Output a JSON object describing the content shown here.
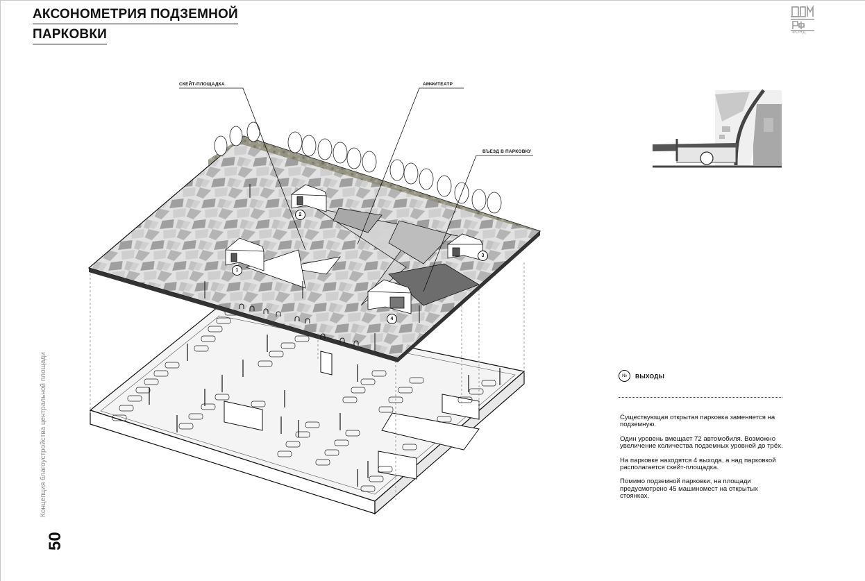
{
  "header": {
    "title_line1": "АКСОНОМЕТРИЯ ПОДЗЕМНОЙ",
    "title_line2": "ПАРКОВКИ",
    "logo_text": "ДОМ РФ",
    "logo_caption": "ФОНД"
  },
  "sidebar": {
    "document_title": "Концепция благоустройства центральной площади",
    "page_number": "50"
  },
  "callouts": {
    "skate": "СКЕЙТ-ПЛОЩАДКА",
    "amphitheater": "АМФИТЕАТР",
    "entrance": "ВЪЕЗД В ПАРКОВКУ"
  },
  "exit_markers": [
    "1",
    "2",
    "3",
    "4"
  ],
  "legend": {
    "symbol": "№",
    "label": "ВЫХОДЫ"
  },
  "description": {
    "p1": "Существующая открытая парковка заменяется на подземную.",
    "p2": "Один уровень вмещает 72 автомобиля. Возможно увеличение количества подземных уровней до трёх.",
    "p3": "На парковке находятся 4 выхода, а над парковкой располагается скейт-площадка.",
    "p4": "Помимо подземной парковки, на площади предусмотрено 45 машиномест на открытых стоянках."
  },
  "colors": {
    "ink": "#111111",
    "plaza_light": "#d9d9d9",
    "plaza_mid": "#9c9c9c",
    "tree_band": "#7a7a6a",
    "map_gray": "#9e9e9e"
  }
}
